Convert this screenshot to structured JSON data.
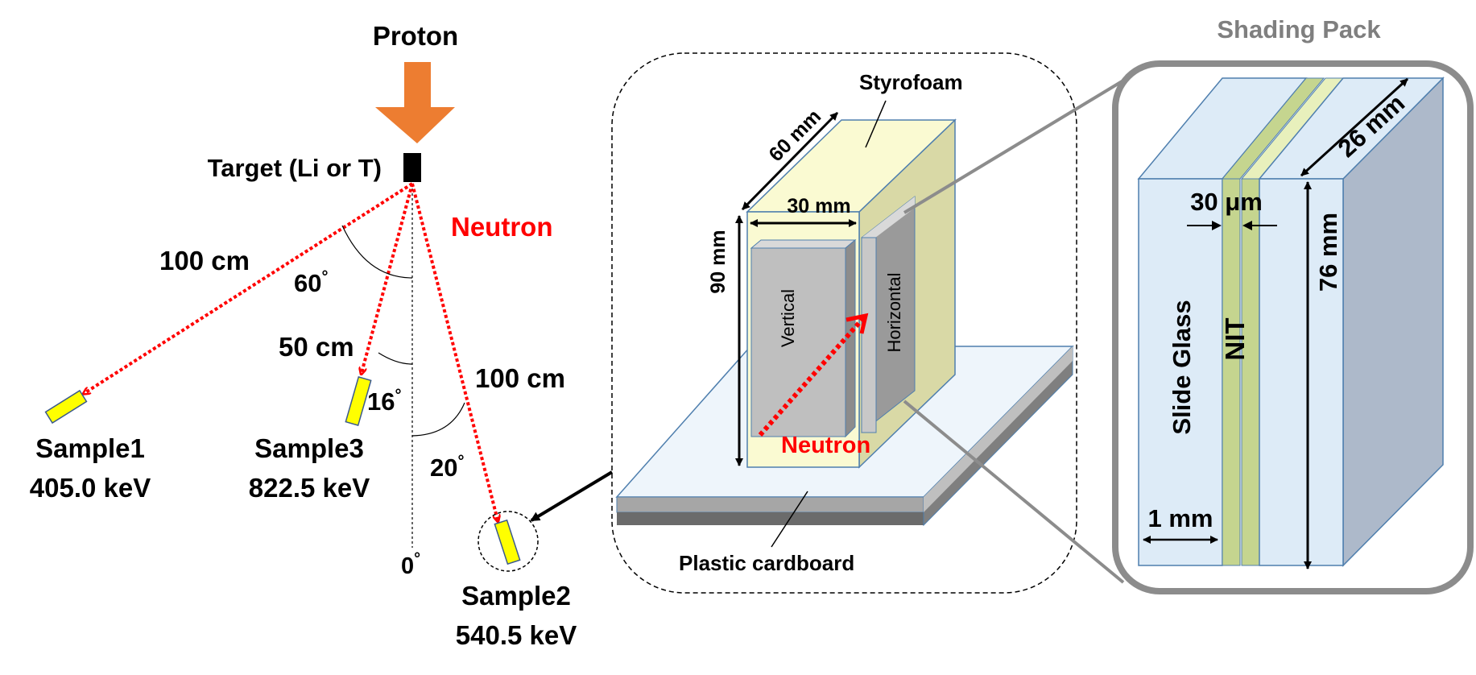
{
  "left_panel": {
    "proton_label": "Proton",
    "target_label": "Target (Li or T)",
    "neutron_label": "Neutron",
    "dist_sample1": "100 cm",
    "dist_sample3": "50 cm",
    "dist_sample2": "100 cm",
    "angle_sample1": "60",
    "angle_sample3": "16",
    "angle_sample2": "20",
    "angle_zero": "0",
    "degree_symbol": "°",
    "sample1": {
      "name": "Sample1",
      "energy": "405.0 keV"
    },
    "sample3": {
      "name": "Sample3",
      "energy": "822.5 keV"
    },
    "sample2": {
      "name": "Sample2",
      "energy": "540.5 keV"
    }
  },
  "middle_panel": {
    "styrofoam_label": "Styrofoam",
    "dim_depth": "60 mm",
    "dim_width": "30 mm",
    "dim_height": "90 mm",
    "vertical_label": "Vertical",
    "horizontal_label": "Horizontal",
    "neutron_label": "Neutron",
    "cardboard_label": "Plastic cardboard"
  },
  "right_panel": {
    "title": "Shading Pack",
    "dim_depth": "26 mm",
    "dim_gap": "30 μm",
    "dim_height": "76 mm",
    "dim_glass": "1 mm",
    "slide_glass_label": "Slide Glass",
    "nit_label": "NIT"
  },
  "colors": {
    "proton_arrow": "#ED7D31",
    "neutron": "#FF0000",
    "sample_fill": "#FFFF00",
    "styrofoam": "#FAFAD2",
    "detector_gray": "#BFBFBF",
    "slide_glass": "#DDEBF7",
    "nit_green": "#C5D58F",
    "pack_border": "#8C8C8C"
  }
}
